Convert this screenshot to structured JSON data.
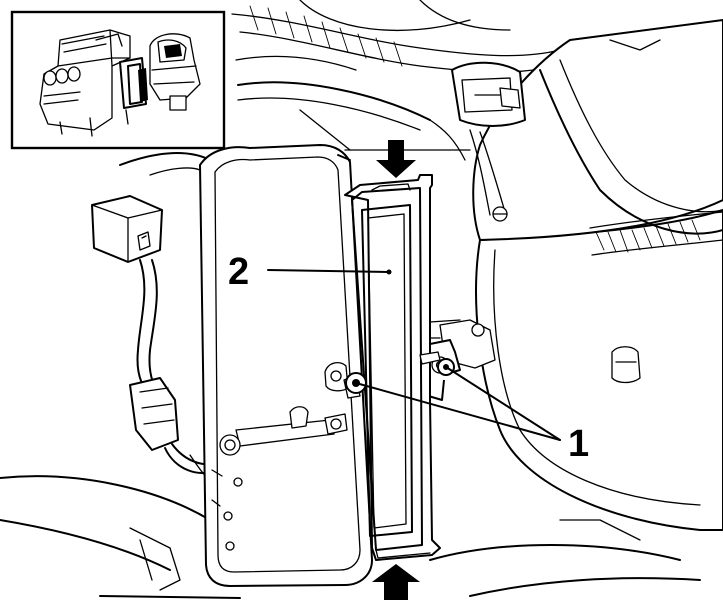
{
  "callouts": {
    "filter_element": "2",
    "retaining_screws": "1"
  },
  "arrows": {
    "direction_top": "down",
    "direction_bottom": "up"
  },
  "colors": {
    "line": "#000000",
    "background": "#ffffff"
  }
}
